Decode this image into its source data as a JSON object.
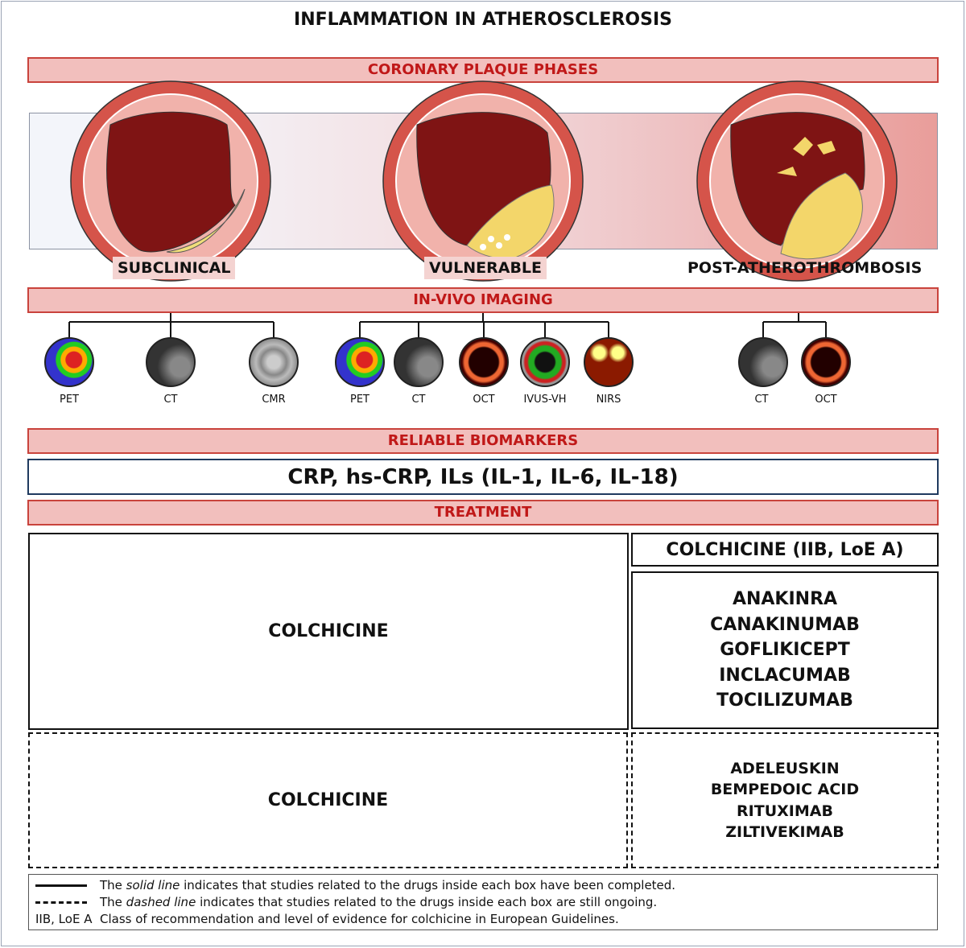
{
  "title": "INFLAMMATION IN ATHEROSCLEROSIS",
  "sections": {
    "phases": "CORONARY PLAQUE PHASES",
    "imaging": "IN-VIVO IMAGING",
    "biomarkers": "RELIABLE BIOMARKERS",
    "treatment": "TREATMENT"
  },
  "phases": [
    "SUBCLINICAL",
    "VULNERABLE",
    "POST-ATHEROTHROMBOSIS"
  ],
  "imaging": {
    "subclinical": [
      "PET",
      "CT",
      "CMR"
    ],
    "vulnerable": [
      "PET",
      "CT",
      "OCT",
      "IVUS-VH",
      "NIRS"
    ],
    "post": [
      "CT",
      "OCT"
    ]
  },
  "biomarkers": "CRP, hs-CRP, ILs (IL-1, IL-6, IL-18)",
  "treatment": {
    "completed_left": "COLCHICINE",
    "guideline": "COLCHICINE (IIB, LoE A)",
    "completed_right": [
      "ANAKINRA",
      "CANAKINUMAB",
      "GOFLIKICEPT",
      "INCLACUMAB",
      "TOCILIZUMAB"
    ],
    "ongoing_left": "COLCHICINE",
    "ongoing_right": [
      "ADELEUSKIN",
      "BEMPEDOIC ACID",
      "RITUXIMAB",
      "ZILTIVEKIMAB"
    ]
  },
  "legend": {
    "solid_pre": "The ",
    "solid_em": "solid line",
    "solid_post": " indicates that studies related to the drugs inside each box have been completed.",
    "dashed_pre": "The ",
    "dashed_em": "dashed line",
    "dashed_post": " indicates that studies related to the drugs inside each box are still ongoing.",
    "class_key": "IIB, LoE A",
    "class_text": "Class of recommendation and level of evidence for colchicine in European Guidelines."
  }
}
